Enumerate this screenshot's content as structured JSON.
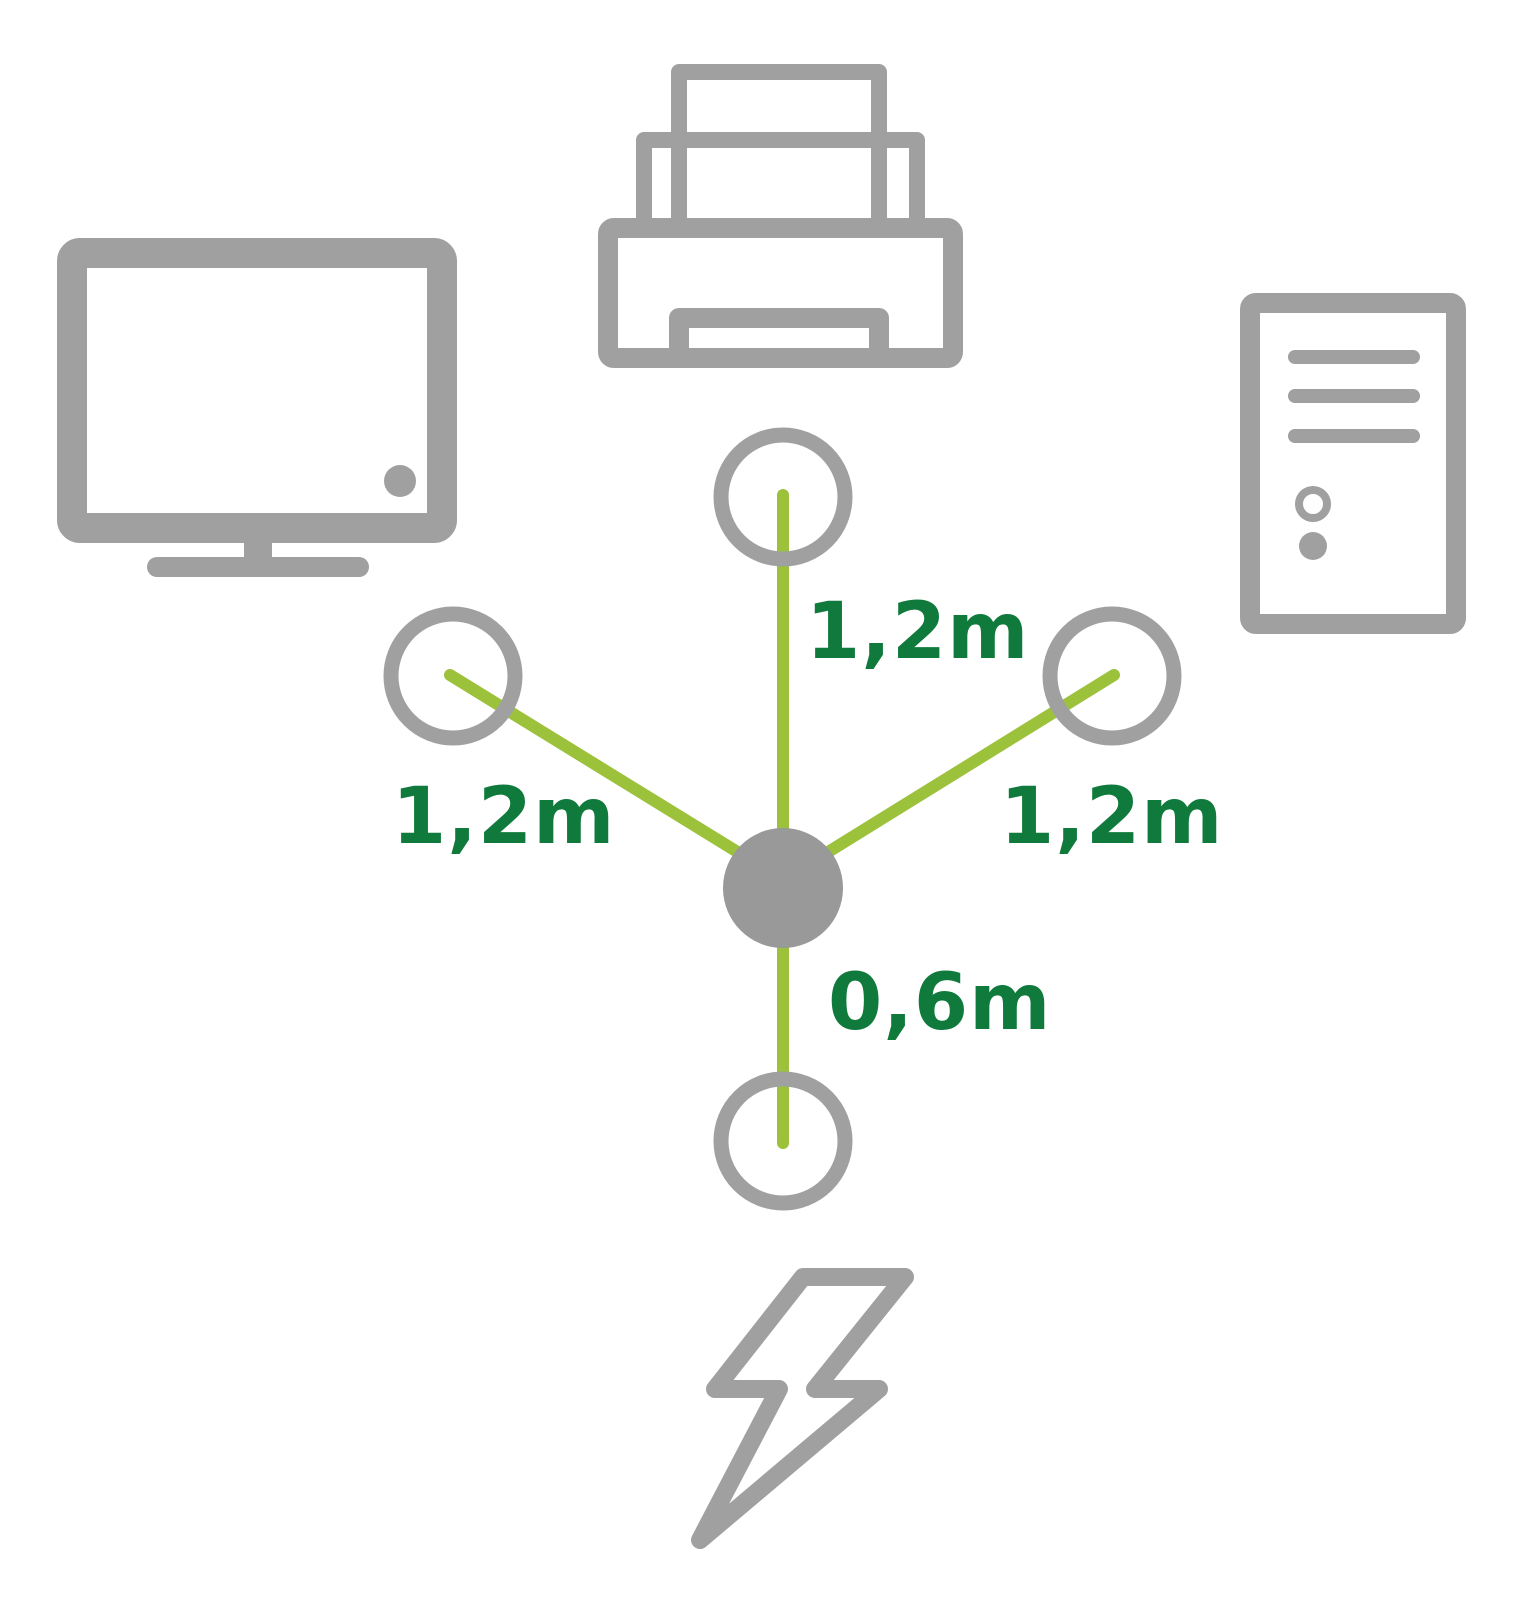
{
  "colors": {
    "device_gray": "#a0a0a0",
    "hub_gray": "#999999",
    "cable_green": "#9cc13b",
    "label_green": "#0f7a3c",
    "background": "#ffffff"
  },
  "icons": {
    "monitor": "monitor-icon",
    "printer": "printer-icon",
    "computer": "desktop-tower-icon",
    "power": "lightning-bolt-icon"
  },
  "cables": {
    "left": {
      "length_label": "1,2m"
    },
    "top": {
      "length_label": "1,2m"
    },
    "right": {
      "length_label": "1,2m"
    },
    "bottom": {
      "length_label": "0,6m"
    }
  }
}
